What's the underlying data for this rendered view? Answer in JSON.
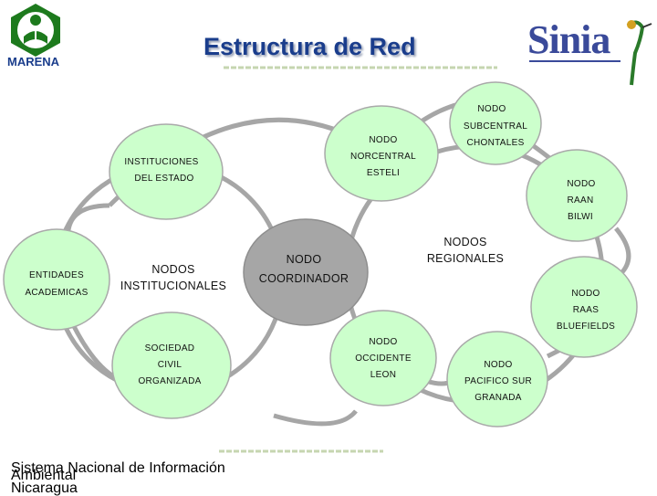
{
  "header": {
    "title": "Estructura de Red",
    "left_logo_text": "MARENA",
    "right_logo_text": "Sinia"
  },
  "nodes": {
    "subcentral": [
      "NODO",
      "SUBCENTRAL",
      "CHONTALES"
    ],
    "norcentral": [
      "NODO",
      "NORCENTRAL",
      "ESTELI"
    ],
    "instituciones_estado": [
      "INSTITUCIONES",
      "DEL ESTADO"
    ],
    "raan": [
      "NODO",
      "RAAN",
      "BILWI"
    ],
    "nodos_regionales": [
      "NODOS",
      "REGIONALES"
    ],
    "nodos_institucionales": [
      "NODOS",
      "INSTITUCIONALES"
    ],
    "entidades_academicas": [
      "ENTIDADES",
      "ACADEMICAS"
    ],
    "coordinador": [
      "NODO",
      "COORDINADOR"
    ],
    "raas": [
      "NODO",
      "RAAS",
      "BLUEFIELDS"
    ],
    "sociedad_civil": [
      "SOCIEDAD",
      "CIVIL",
      "ORGANIZADA"
    ],
    "occidente": [
      "NODO",
      "OCCIDENTE",
      "LEON"
    ],
    "pacifico_sur": [
      "NODO",
      "PACIFICO SUR",
      "GRANADA"
    ]
  },
  "footer": {
    "line1": "Sistema Nacional de Información",
    "line2": "Ambiental",
    "line3": "Nicaragua"
  },
  "colors": {
    "node_fill": "#ccffcc",
    "node_stroke": "#a9a9a9",
    "coordinator_fill": "#a6a6a6",
    "title": "#1a3d8c",
    "logo_green": "#1d7a1d"
  }
}
